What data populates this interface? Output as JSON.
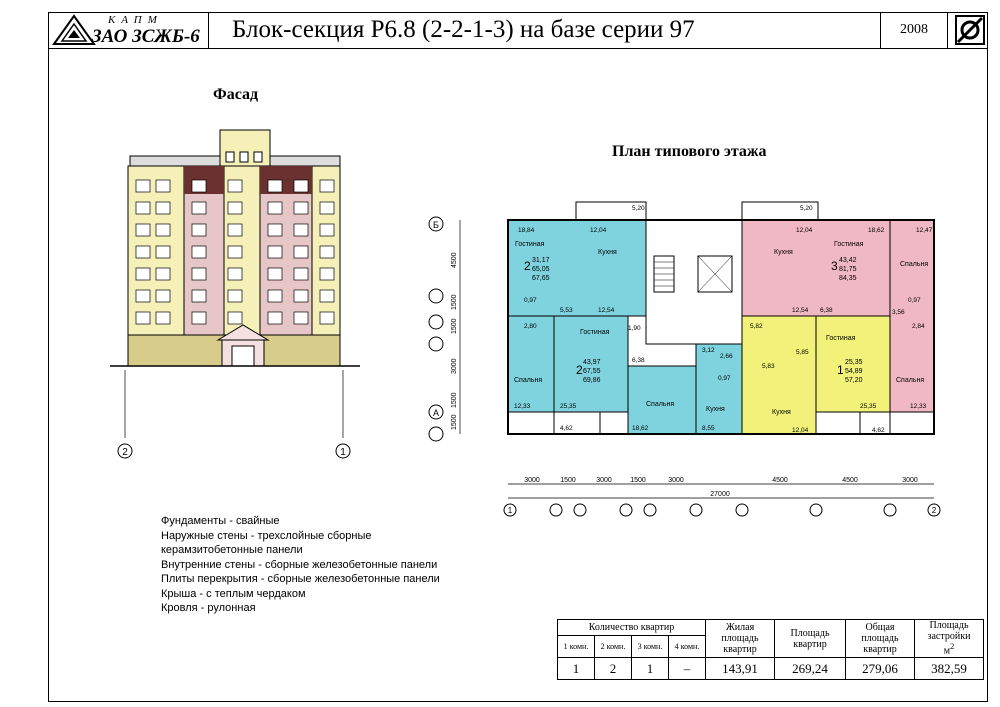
{
  "header": {
    "logo_top": "КАПМ",
    "logo_main": "ЗАО ЗСЖБ-6",
    "title": "Блок-секция Р6.8 (2-2-1-3) на базе серии 97",
    "year": "2008"
  },
  "facade": {
    "title": "Фасад",
    "axis_left": "2",
    "axis_right": "1"
  },
  "plan": {
    "title": "План типового этажа",
    "axis_rows": [
      "Б",
      "А"
    ],
    "axis_cols_start": "1",
    "axis_cols_end": "2",
    "vertical_dims": [
      "4500",
      "1500",
      "1500",
      "3000",
      "1500",
      "1500"
    ],
    "horizontal_dims": [
      "3000",
      "1500",
      "3000",
      "1500",
      "3000",
      "4500",
      "4500",
      "3000"
    ],
    "total_dim": "27000",
    "top_dims": [
      "5,20",
      "5,20"
    ],
    "rooms": {
      "gostinaya": "Гостиная",
      "kukhnya": "Кухня",
      "spalnya": "Спальня"
    },
    "apartments": [
      {
        "rooms": "2",
        "areas": [
          "31,17",
          "65,05",
          "67,65"
        ]
      },
      {
        "rooms": "2",
        "areas": [
          "43,97",
          "67,55",
          "69,86"
        ]
      },
      {
        "rooms": "3",
        "areas": [
          "43,42",
          "81,75",
          "84,35"
        ]
      },
      {
        "rooms": "1",
        "areas": [
          "25,35",
          "54,89",
          "57,20"
        ]
      }
    ],
    "room_areas": {
      "a1": "18,84",
      "a2": "12,04",
      "a3": "5,53",
      "a4": "12,54",
      "a5": "2,80",
      "a6": "0,97",
      "a7": "12,33",
      "a8": "25,35",
      "a9": "1,90",
      "a10": "6,38",
      "a11": "18,62",
      "a12": "8,55",
      "a13": "4,62",
      "a14": "3,12",
      "a15": "2,66",
      "a16": "0,97",
      "b1": "12,04",
      "b2": "18,62",
      "b3": "12,47",
      "b4": "12,54",
      "b5": "6,38",
      "b6": "3,56",
      "b7": "0,97",
      "b8": "2,84",
      "b9": "5,82",
      "b10": "5,85",
      "b11": "5,83",
      "b12": "12,04",
      "b13": "25,35",
      "b14": "12,33",
      "b15": "4,62"
    }
  },
  "notes": [
    "Фундаменты   -   свайные",
    "Наружные стены   -   трехслойные сборные",
    "керамзитобетонные панели",
    "Внутренние стены   -   сборные железобетонные панели",
    "Плиты перекрытия   -   сборные железобетонные панели",
    "Крыша   -   с теплым чердаком",
    "Кровля   -   рулонная"
  ],
  "stats": {
    "header_qty": "Количество квартир",
    "header_living": "Жилая площадь квартир",
    "header_area": "Площадь квартир",
    "header_total": "Общая площадь квартир",
    "header_build": "Площадь застройки",
    "header_build_unit": "м",
    "header_build_sup": "2",
    "sub_headers": [
      "1 комн.",
      "2 комн.",
      "3 комн.",
      "4 комн."
    ],
    "values": [
      "1",
      "2",
      "1",
      "–",
      "143,91",
      "269,24",
      "279,06",
      "382,59"
    ]
  },
  "colors": {
    "blue": "#7fd3df",
    "pink": "#f0b8c4",
    "yellow": "#f2f27a",
    "facade_wall": "#f4f0b8",
    "facade_brown": "#6b3030"
  }
}
